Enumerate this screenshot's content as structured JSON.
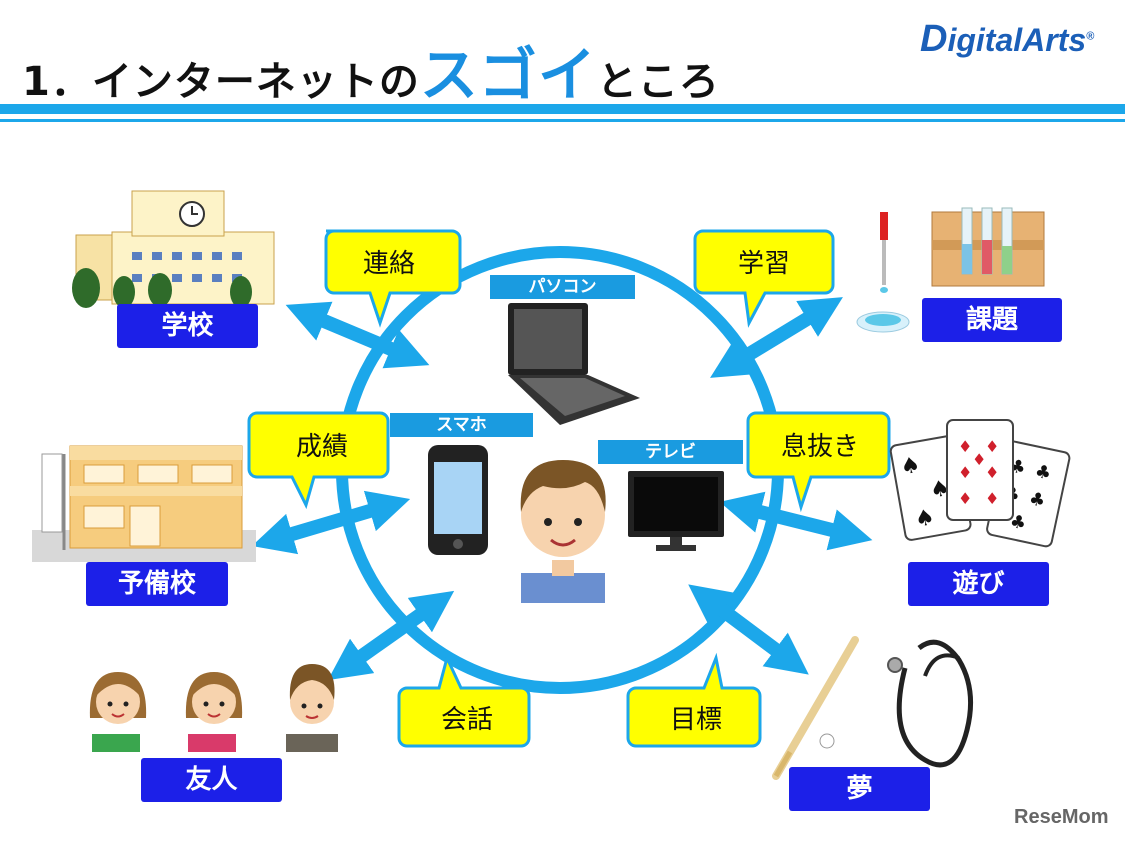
{
  "title": {
    "prefix": "1．インターネットの",
    "highlight": "スゴイ",
    "suffix": "ところ"
  },
  "brand": {
    "logo_d": "D",
    "logo_rest": "igitalArts",
    "registered": "®"
  },
  "watermark": "ReseMom",
  "devices": {
    "pc": "パソコン",
    "smartphone": "スマホ",
    "tv": "テレビ"
  },
  "bubbles": {
    "renraku": "連絡",
    "gakushu": "学習",
    "seiseki": "成績",
    "ikinuki": "息抜き",
    "kaiwa": "会話",
    "mokuhyo": "目標"
  },
  "places": {
    "school": "学校",
    "kadai": "課題",
    "yobiko": "予備校",
    "asobi": "遊び",
    "yujin": "友人",
    "yume": "夢"
  },
  "colors": {
    "accent": "#1ca7ea",
    "label_bg": "#1c20e8",
    "bubble_bg": "#ffff00",
    "bubble_border": "#1ca7ea"
  },
  "icons": [
    "school-icon",
    "lab-icon",
    "cram-school-icon",
    "cards-icon",
    "friends-icon",
    "dream-icon",
    "laptop-icon",
    "smartphone-icon",
    "tv-icon",
    "boy-icon"
  ]
}
